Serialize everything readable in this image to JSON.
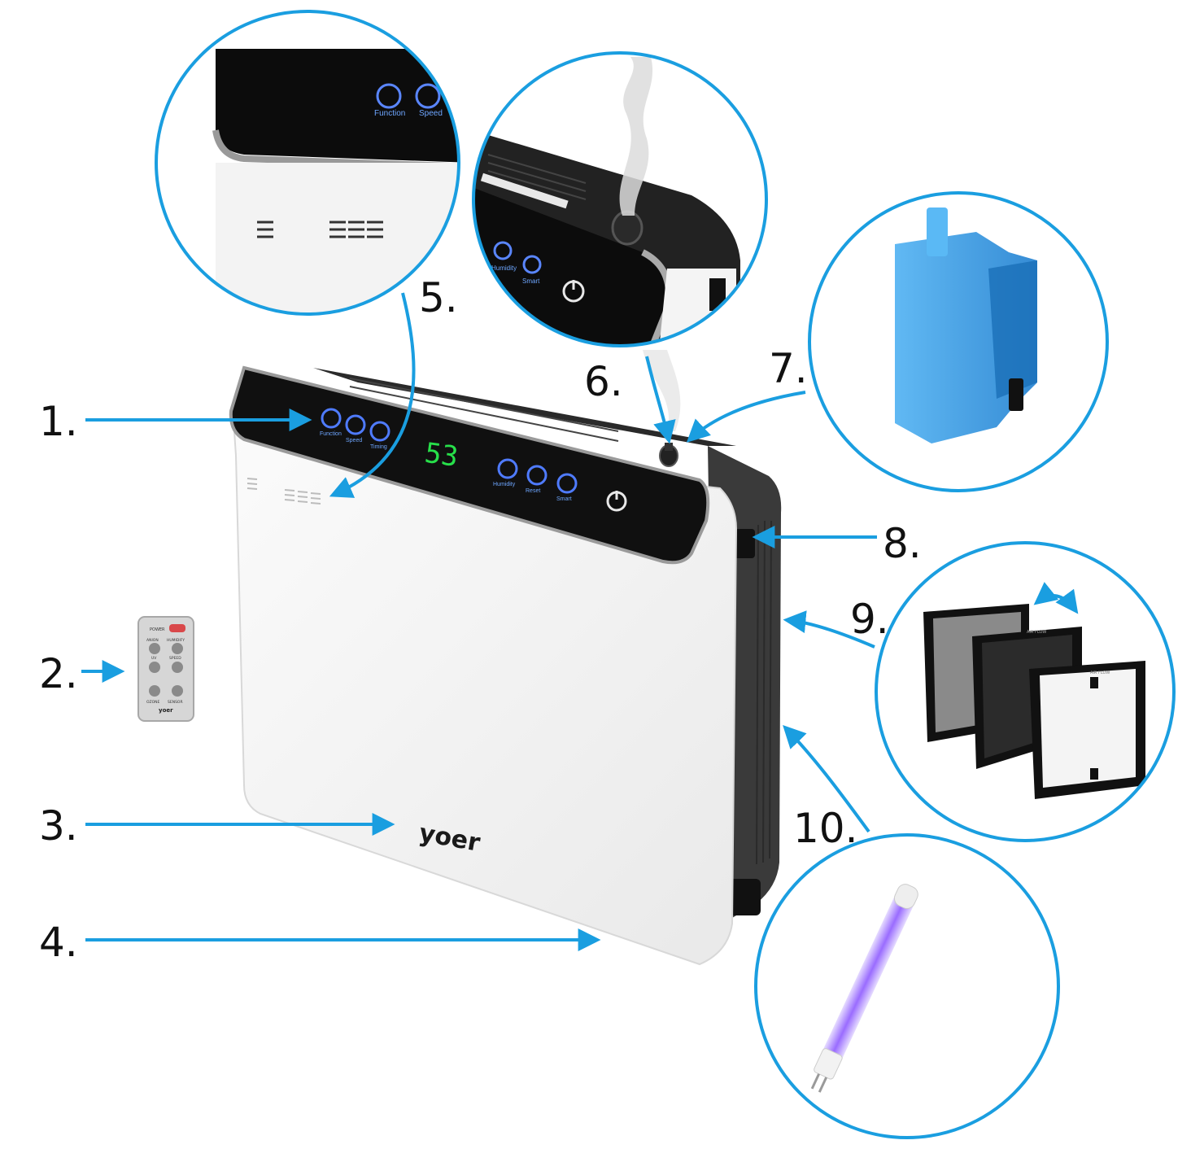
{
  "labels": {
    "l1": "1.",
    "l2": "2.",
    "l3": "3.",
    "l4": "4.",
    "l5": "5.",
    "l6": "6.",
    "l7": "7.",
    "l8": "8.",
    "l9": "9.",
    "l10": "10."
  },
  "panel": {
    "function": "Function",
    "speed": "Speed",
    "timing": "Timing",
    "humidity": "Humidity",
    "reset": "Reset",
    "smart": "Smart",
    "display": "53"
  },
  "zoom_panel": {
    "function": "Function",
    "speed": "Speed"
  },
  "zoom_top": {
    "humidity": "Humidity",
    "smart": "Smart"
  },
  "remote": {
    "power": "POWER",
    "anion": "ANION",
    "humidify": "HUMIDIFY",
    "uv": "UV",
    "speed": "SPEED",
    "ozone": "OZONE",
    "sensor": "SENSOR",
    "brand": "yoer"
  },
  "filters": {
    "air_flow_1": "AIR FLOW",
    "air_flow_2": "AIR FLOW"
  },
  "brand": "yoer",
  "colors": {
    "accent": "#1a9ee0",
    "panel_black": "#101010",
    "body_white": "#f6f6f6",
    "side_grey": "#3a3a3a",
    "led_green": "#27e04a",
    "button_blue": "#4f7bff",
    "tank_blue": "#2a8fe0",
    "uv_violet": "#a77bff"
  }
}
